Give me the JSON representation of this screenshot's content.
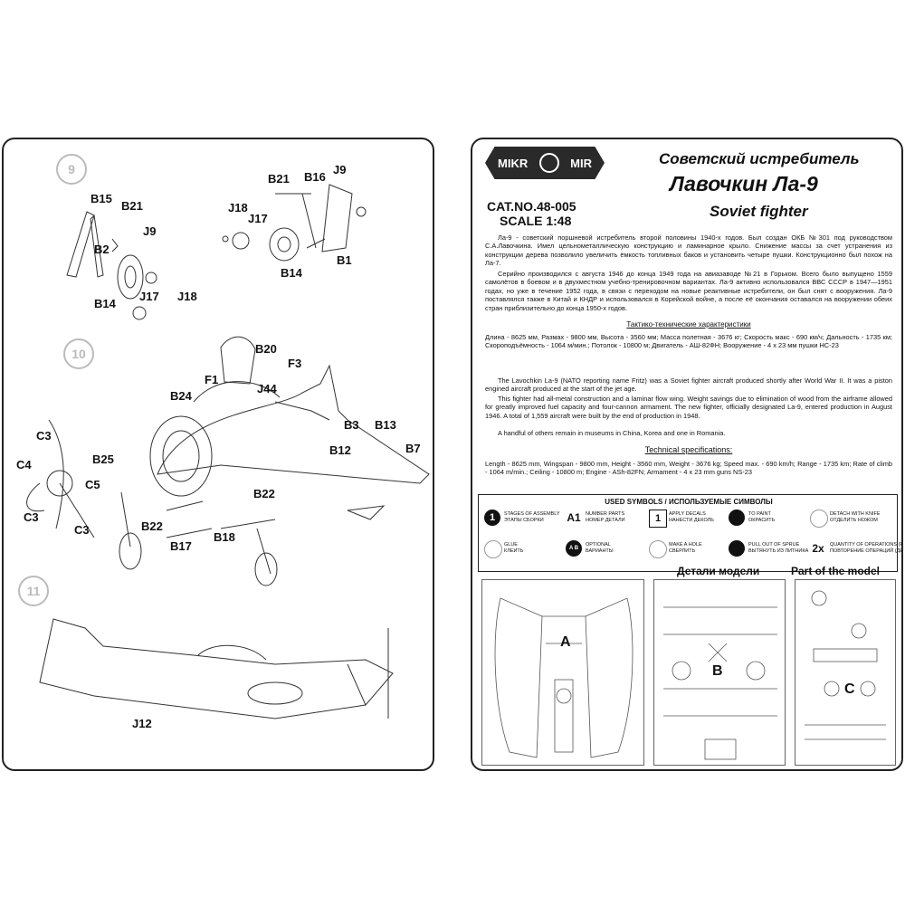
{
  "left": {
    "steps": [
      "9",
      "10",
      "11"
    ],
    "step9_labels": [
      "B15",
      "B21",
      "J9",
      "B2",
      "B14",
      "J17",
      "J18",
      "B21",
      "B16",
      "J9",
      "J18",
      "J17",
      "B14",
      "B1"
    ],
    "step10_labels": [
      "F1",
      "B20",
      "F3",
      "J44",
      "B24",
      "B3",
      "B13",
      "B12",
      "B7",
      "C3",
      "B25",
      "C4",
      "C5",
      "C3",
      "C3",
      "B22",
      "B22",
      "B17",
      "B18"
    ],
    "step11_labels": [
      "J12"
    ]
  },
  "right": {
    "logo_text": [
      "MIKR",
      "MIR"
    ],
    "cat_no": "CAT.NO.48-005",
    "scale": "SCALE 1:48",
    "title_ru": "Советский истребитель",
    "title_main": "Лавочкин Ла-9",
    "title_en": "Soviet fighter",
    "ru_para1": "Ла-9 - советский поршневой истребитель второй половины 1940-х годов. Был создан ОКБ №301 под руководством С.А.Лавочкина. Имел цельнометаллическую конструкцию и ламинарное крыло. Снижение массы за счет устранения из конструкции дерева позволило увеличить ёмкость топливных баков и установить четыре пушки. Конструкционно был похож на Ла-7.",
    "ru_para2": "Серийно производился с августа 1946 до конца 1949 года на авиазаводе №21 в Горьком. Всего было выпущено 1559 самолётов в боевом и в двухместном учебно-тренировочном вариантах. Ла-9 активно использовался ВВС СССР в 1947—1951 годах, но уже в течение 1952 года, в связи с переходом на новые реактивные истребители, он был снят с вооружения. Ла-9 поставлялся также в Китай и КНДР и использовался в Корейской войне, а после её окончания оставался на вооружении обеих стран приблизительно до конца 1950-х годов.",
    "ru_spec_head": "Тактико-технические характеристики",
    "ru_spec": "Длина - 8625 мм, Размах - 9800 мм, Высота - 3560 мм; Масса полетная - 3676 кг; Скорость макс - 690 км/ч; Дальность - 1735 км; Скороподъёмность - 1064 м/мин.; Потолок - 10800 м; Двигатель - АШ-82ФН; Вооружение - 4 х 23 мм пушки НС-23",
    "en_para1": "The Lavochkin La-9 (NATO reporting name Fritz) was a Soviet fighter aircraft produced shortly after World War II. It was a piston engined aircraft produced at the start of the jet age.",
    "en_para2": "This fighter had all-metal construction and a laminar flow wing. Weight savings due to elimination of wood from the airframe allowed for greatly improved fuel capacity and four-cannon armament. The new fighter, officially designated La-9, entered production in August 1946. A total of 1,559 aircraft were built by the end of production in 1948.",
    "en_para3": "A handful of others remain in museums in China, Korea and one in Romania.",
    "en_spec_head": "Technical specifications:",
    "en_spec": "Length - 8625 mm, Wingspan - 9800 mm, Height - 3560 mm, Weight - 3676 kg; Speed max. - 690 km/h; Range - 1735 km; Rate of climb - 1064 m/min.; Ceiling - 10800 m; Engine - ASh-82FN; Armament - 4 x 23 mm guns NS-23",
    "symbols_title": "USED SYMBOLS / ИСПОЛЬЗУЕМЫЕ СИМВОЛЫ",
    "symbols": [
      {
        "icon": "1",
        "text": "STAGES OF ASSEMBLY\nЭТАПЫ СБОРКИ"
      },
      {
        "icon": "A1",
        "text": "NUMBER PARTS\nНОМЕР ДЕТАЛИ"
      },
      {
        "icon": "1",
        "text": "APPLY DECALS\nНАНЕСТИ ДЕКОЛЬ"
      },
      {
        "icon": "paint",
        "text": "TO PAINT\nОКРАСИТЬ"
      },
      {
        "icon": "knife",
        "text": "DETACH WITH KNIFE\nОТДЕЛИТЬ НОЖОМ"
      },
      {
        "icon": "glue",
        "text": "GLUE\nКЛЕИТЬ"
      },
      {
        "icon": "AB",
        "text": "OPTIONAL\nВАРИАНТЫ"
      },
      {
        "icon": "hole",
        "text": "MAKE A HOLE\nСВЕРЛИТЬ"
      },
      {
        "icon": "sprue",
        "text": "PULL OUT OF SPRUE\nВЫТЯНУТЬ ИЗ ЛИТНИКА"
      },
      {
        "icon": "2x",
        "text": "QUANTITY OF OPERATIONS (PARTS)\nПОВТОРЕНИЕ ОПЕРАЦИЙ (ДЕТАЛЕЙ)"
      }
    ],
    "parts_ru": "Детали модели",
    "parts_en": "Part of the model",
    "sprue_letters": [
      "A",
      "B",
      "C"
    ]
  }
}
